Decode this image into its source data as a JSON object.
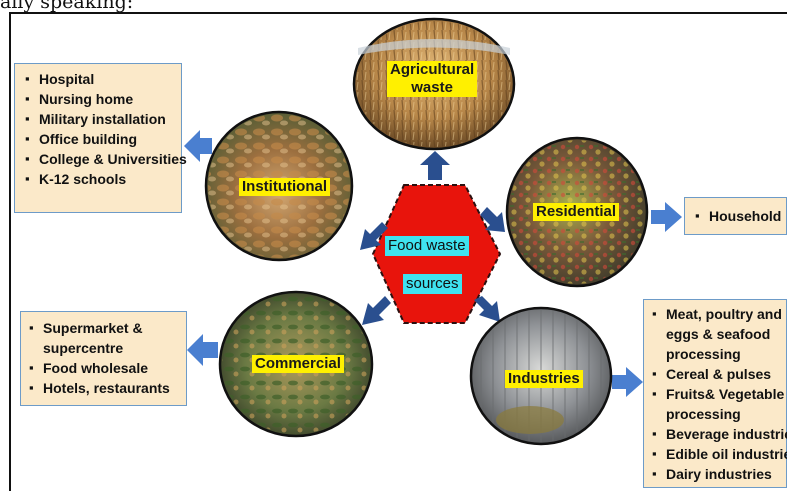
{
  "top_text": "ally speaking:",
  "center": {
    "line1": "Food waste",
    "line2": "sources"
  },
  "sources": {
    "agricultural": {
      "line1": "Agricultural",
      "line2": "waste"
    },
    "institutional": {
      "label": "Institutional"
    },
    "residential": {
      "label": "Residential"
    },
    "commercial": {
      "label": "Commercial"
    },
    "industries": {
      "label": "Industries"
    }
  },
  "institutional_box": [
    "Hospital",
    "Nursing home",
    "Military installation",
    "Office building",
    "College & Universities",
    "K-12 schools"
  ],
  "residential_box": [
    "Household"
  ],
  "commercial_box": [
    "Supermarket & supercentre",
    "Food wholesale",
    "Hotels, restaurants"
  ],
  "industries_box": [
    "Meat, poultry and eggs & seafood processing",
    "Cereal & pulses",
    "Fruits& Vegetable processing",
    "Beverage industries",
    "Edible oil industries",
    "Dairy industries"
  ],
  "colors": {
    "hexagon": "#e8140c",
    "arrow": "#2a4f8f",
    "side_arrow": "#4a7fd0",
    "box_fill": "#fbe9c9",
    "label_bg": "#fff000",
    "center_label_bg": "#3fe3f0"
  }
}
